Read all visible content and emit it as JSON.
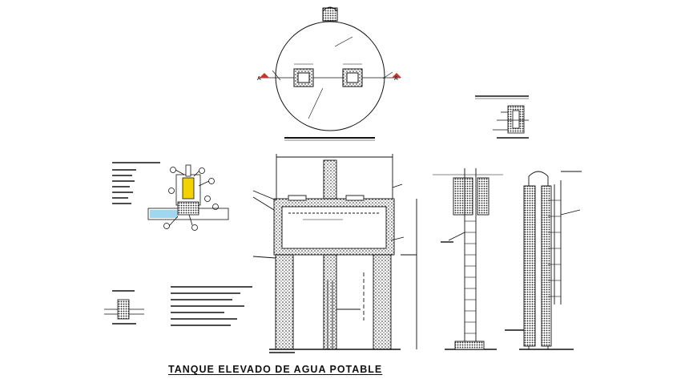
{
  "drawing": {
    "title": "TANQUE ELEVADO DE AGUA POTABLE",
    "section_markers": [
      "A",
      "A"
    ]
  },
  "colors": {
    "line": "#111111",
    "highlight_yellow": "#f2d200",
    "water_blue": "#9fd6f0",
    "marker_red": "#c0392b"
  }
}
